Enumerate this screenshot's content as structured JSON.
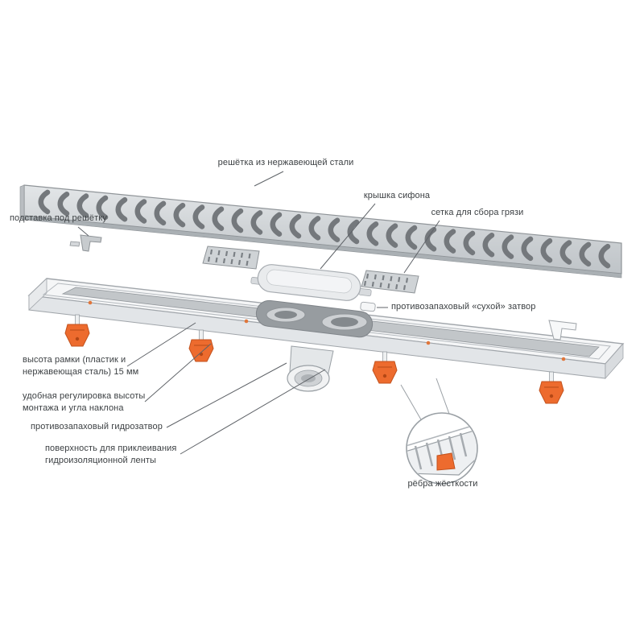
{
  "labels": {
    "grate": "решётка из нержавеющей стали",
    "siphon_cover": "крышка сифона",
    "dirt_mesh": "сетка для сбора грязи",
    "grate_stand": "подставка под решётку",
    "dry_trap": "противозапаховый «сухой» затвор",
    "frame_height": "высота рамки (пластик и\nнержавеющая сталь) 15 мм",
    "height_adjust": "удобная регулировка высоты\nмонтажа и угла наклона",
    "water_trap": "противозапаховый гидрозатвор",
    "tape_surface": "поверхность для приклеивания\nгидроизоляционной ленты",
    "ribs": "рёбра жёсткости"
  },
  "colors": {
    "background": "#ffffff",
    "steel": "#d6d9dc",
    "steel_slot": "#74787c",
    "plastic_white": "#f5f6f7",
    "foot_orange": "#ed6b2e",
    "label_text": "#3c4043",
    "leader_line": "#5f6368"
  }
}
